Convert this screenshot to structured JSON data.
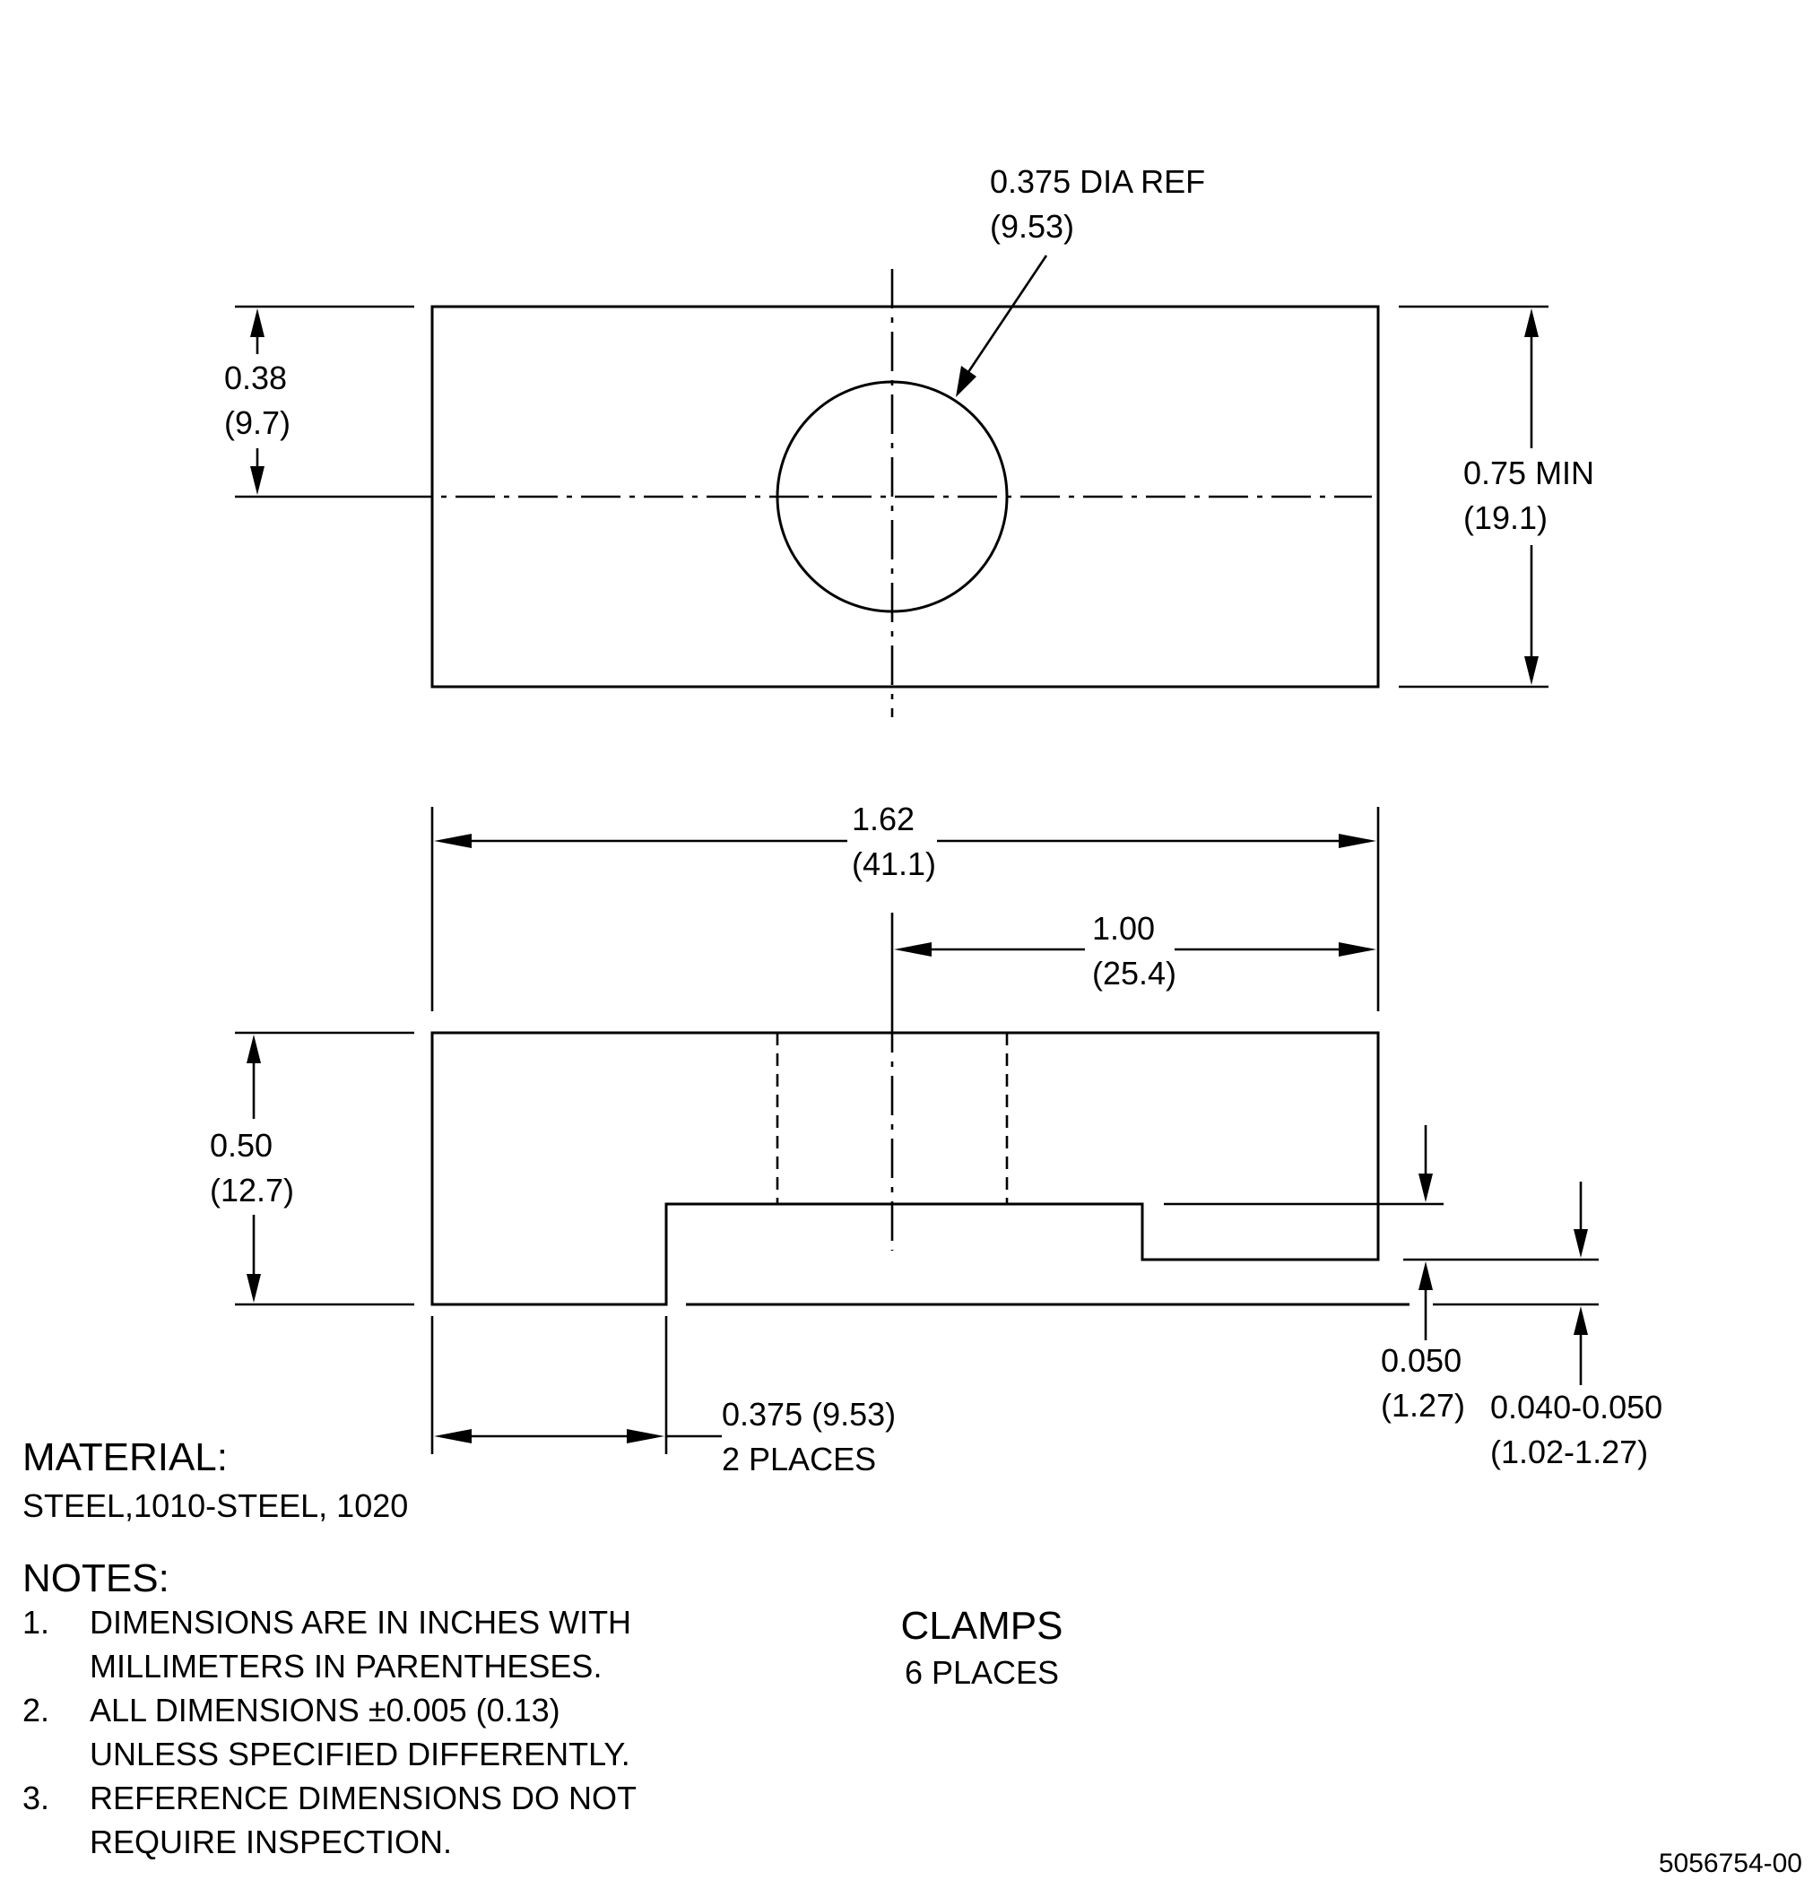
{
  "top_view": {
    "hole_callout": {
      "line1": "0.375 DIA REF",
      "line2": "(9.53)"
    },
    "center_offset": {
      "line1": "0.38",
      "line2": "(9.7)"
    },
    "width_min": {
      "line1": "0.75 MIN",
      "line2": "(19.1)"
    }
  },
  "side_view": {
    "overall_length": {
      "line1": "1.62",
      "line2": "(41.1)"
    },
    "hole_position": {
      "line1": "1.00",
      "line2": "(25.4)"
    },
    "height": {
      "line1": "0.50",
      "line2": "(12.7)"
    },
    "step_length": {
      "line1": "0.375 (9.53)",
      "line2": "2 PLACES"
    },
    "step_depth": {
      "line1": "0.050",
      "line2": "(1.27)"
    },
    "lip_thickness": {
      "line1": "0.040-0.050",
      "line2": "(1.02-1.27)"
    }
  },
  "material": {
    "heading": "MATERIAL:",
    "text": "STEEL,1010-STEEL, 1020"
  },
  "notes": {
    "heading": "NOTES:",
    "items": [
      {
        "num": "1.",
        "line1": "DIMENSIONS ARE IN INCHES WITH",
        "line2": "MILLIMETERS IN PARENTHESES."
      },
      {
        "num": "2.",
        "line1": "ALL DIMENSIONS ±0.005 (0.13)",
        "line2": "UNLESS SPECIFIED DIFFERENTLY."
      },
      {
        "num": "3.",
        "line1": "REFERENCE DIMENSIONS DO NOT",
        "line2": "REQUIRE INSPECTION."
      }
    ]
  },
  "part": {
    "name": "CLAMPS",
    "quantity": "6 PLACES"
  },
  "drawing_number": "5056754-00"
}
